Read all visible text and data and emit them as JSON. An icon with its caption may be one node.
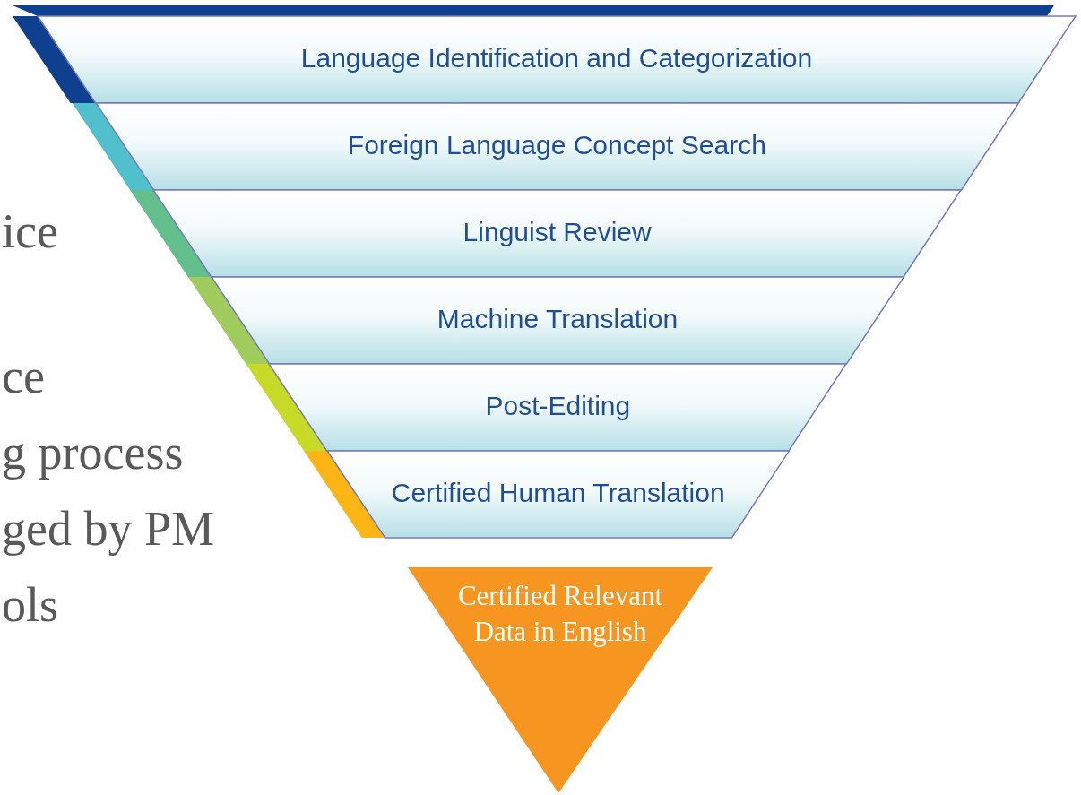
{
  "diagram": {
    "nodes": [
      {
        "text": [
          "Language Identification and Categorization"
        ]
      },
      {
        "text": [
          "Foreign Language Concept Search"
        ]
      },
      {
        "text": [
          "Linguist Review"
        ]
      },
      {
        "text": [
          "Machine Translation"
        ]
      },
      {
        "text": [
          "Post-Editing"
        ]
      },
      {
        "text": [
          "Certified Human Translation"
        ]
      },
      {
        "text": [
          "Certified Relevant Data in English"
        ]
      }
    ],
    "edges": [],
    "labels": [
      "ice",
      "ce",
      "g process",
      "ged by PM",
      "ols"
    ]
  }
}
